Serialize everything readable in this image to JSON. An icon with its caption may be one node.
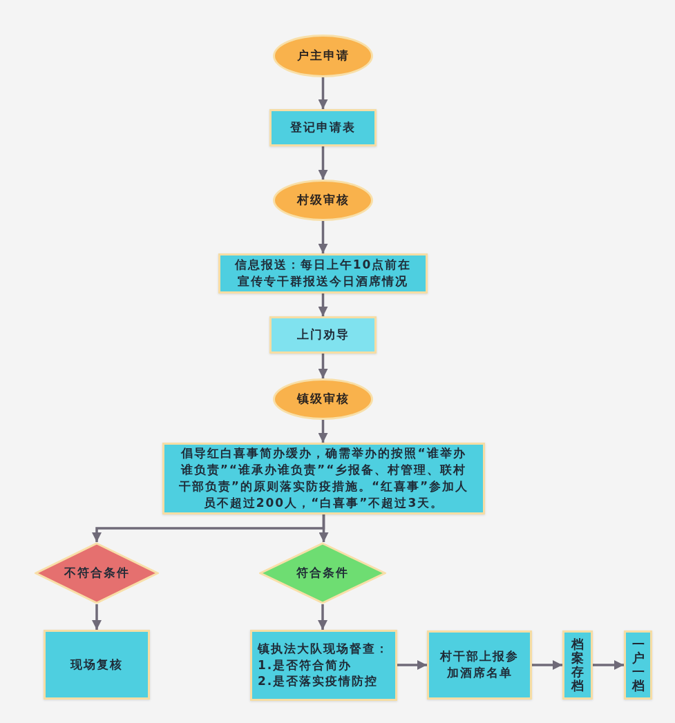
{
  "diagram": {
    "nodes": [
      {
        "text": [
          "户主申请"
        ]
      },
      {
        "text": [
          "登记申请表"
        ]
      },
      {
        "text": [
          "村级审核"
        ]
      },
      {
        "text": [
          "信息报送：每日上午10点前在宣传专干群报送今日酒席情况"
        ]
      },
      {
        "text": [
          "上门劝导"
        ]
      },
      {
        "text": [
          "镇级审核"
        ]
      },
      {
        "text": [
          "倡导红白喜事简办缓办，确需举办的按照“谁举办谁负责”“谁承办谁负责”“乡报备、村管理、联村干部负责”的原则落实防疫措施。“红喜事”参加人员不超过200人，“白喜事”不超过3天。"
        ]
      },
      {
        "text": [
          "不符合条件"
        ]
      },
      {
        "text": [
          "符合条件"
        ]
      },
      {
        "text": [
          "现场复核"
        ]
      },
      {
        "text": [
          "镇执法大队现场督查：",
          "1.是否符合简办",
          "2.是否落实疫情防控"
        ]
      },
      {
        "text": [
          "村干部上报参加酒席名单"
        ]
      },
      {
        "text": [
          "档案存档"
        ]
      },
      {
        "text": [
          "一户一档"
        ]
      }
    ],
    "edges": [
      {
        "from": 0,
        "to": 1,
        "arrow": "to"
      },
      {
        "from": 1,
        "to": 2,
        "arrow": "to"
      },
      {
        "from": 2,
        "to": 3,
        "arrow": "to"
      },
      {
        "from": 3,
        "to": 4,
        "arrow": "to"
      },
      {
        "from": 4,
        "to": 5,
        "arrow": "to"
      },
      {
        "from": 5,
        "to": 6,
        "arrow": "to"
      },
      {
        "from": 6,
        "to": 7,
        "arrow": "to"
      },
      {
        "from": 6,
        "to": 8,
        "arrow": "to"
      },
      {
        "from": 7,
        "to": 9,
        "arrow": "to"
      },
      {
        "from": 8,
        "to": 10,
        "arrow": "to"
      },
      {
        "from": 10,
        "to": 11,
        "arrow": "to"
      },
      {
        "from": 11,
        "to": 12,
        "arrow": "to"
      },
      {
        "from": 12,
        "to": 13,
        "arrow": "to"
      }
    ]
  }
}
